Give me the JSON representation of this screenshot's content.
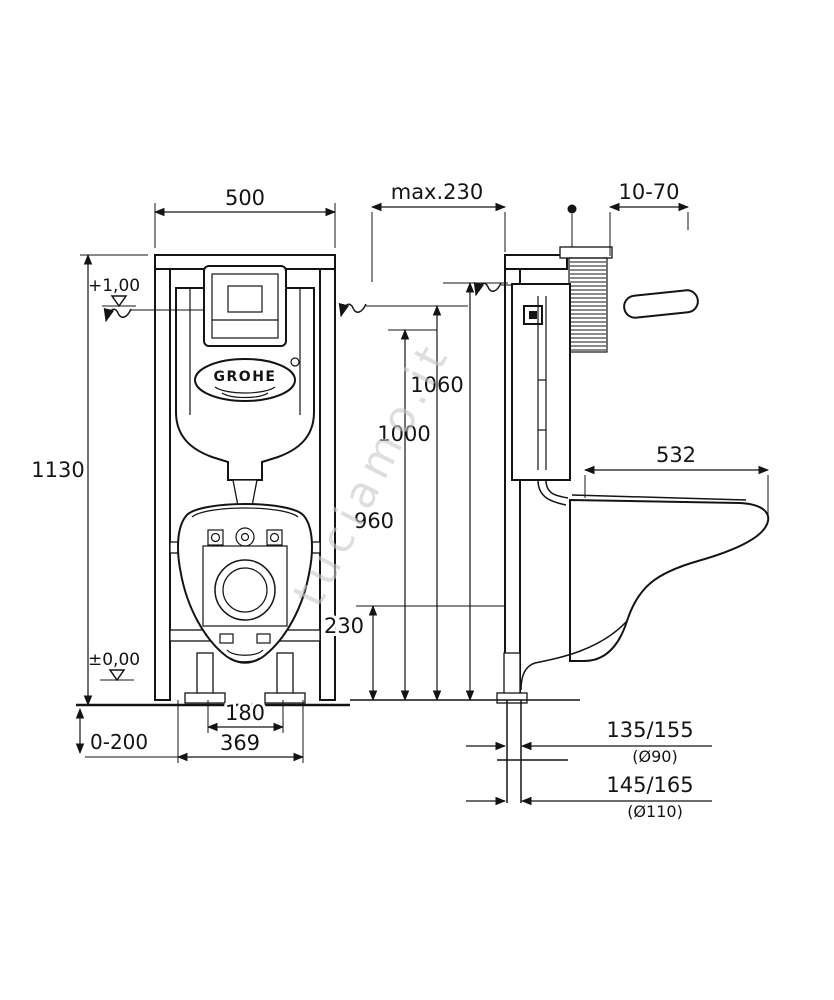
{
  "watermark": "tuciamo.it",
  "drawing": {
    "brand_logo": "GROHE",
    "front_view": {
      "width": "500",
      "height": "1130",
      "level_upper": "+1,00",
      "level_zero": "±0,00",
      "foot_adjust": "0-200",
      "drain_spacing": "180",
      "fixing_width": "369"
    },
    "side_view": {
      "max_depth": "max.230",
      "wall_range": "10-70",
      "h_flush_top": "1060",
      "h_flush_mid": "1000",
      "h_flush_bottom": "960",
      "h_outlet": "230",
      "bowl_depth": "532",
      "outlet_a": "135/155",
      "outlet_a_dia": "(Ø90)",
      "outlet_b": "145/165",
      "outlet_b_dia": "(Ø110)"
    }
  }
}
